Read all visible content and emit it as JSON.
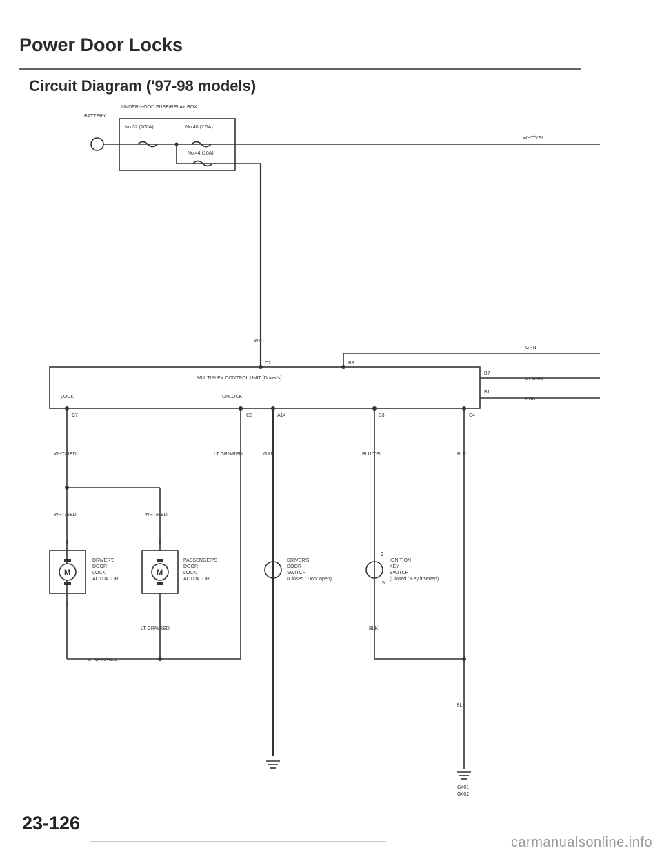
{
  "page": {
    "title": "Power Door Locks",
    "subtitle": "Circuit Diagram ('97-98 models)",
    "page_number": "23-126",
    "watermark": "carmanualsonline.info"
  },
  "diagram": {
    "battery": "BATTERY",
    "fuse_box": "UNDER-HOOD FUSE/RELAY BOX",
    "fuse_32": "No.32 (100A)",
    "fuse_40": "No.40 (7.5A)",
    "fuse_44": "No.44 (10A)",
    "wht_yel": "WHT/YEL",
    "wht": "WHT",
    "grn": "GRN",
    "lt_grn": "LT GRN",
    "pnk": "PNK",
    "mcu": "MULTIPLEX CONTROL UNIT (Driver's)",
    "lock": "LOCK",
    "unlock": "UNLOCK",
    "pin_c2": "C2",
    "pin_b8": "B8",
    "pin_b7": "B7",
    "pin_b1": "B1",
    "pin_c7": "C7",
    "pin_c8": "C8",
    "pin_a14": "A14",
    "pin_b3": "B3",
    "pin_c4": "C4",
    "wht_red_1": "WHT/RED",
    "wht_red_2": "WHT/RED",
    "wht_red_3": "WHT/RED",
    "lt_grn_red_1": "LT GRN/RED",
    "lt_grn_red_2": "LT GRN/RED",
    "lt_grn_red_3": "LT GRN/RED",
    "grn_mid": "GRN",
    "blu_yel": "BLU/YEL",
    "blk_1": "BLK",
    "blk_2": "BLK",
    "blk_3": "BLK",
    "drv_act": [
      "DRIVER'S",
      "DOOR",
      "LOCK",
      "ACTUATOR"
    ],
    "pass_act": [
      "PASSENGER'S",
      "DOOR",
      "LOCK",
      "ACTUATOR"
    ],
    "door_sw": [
      "DRIVER'S",
      "DOOR",
      "SWITCH",
      "(Closed : Door open)"
    ],
    "ign_sw": [
      "IGNITION",
      "KEY",
      "SWITCH",
      "(Closed : Key inserted)"
    ],
    "motor": "M",
    "pin_4": "4",
    "pin_3": "3",
    "pin_2a": "2",
    "pin_1": "1",
    "pin_2b": "2",
    "pin_5": "5",
    "g401": "G401",
    "g402": "G402"
  }
}
